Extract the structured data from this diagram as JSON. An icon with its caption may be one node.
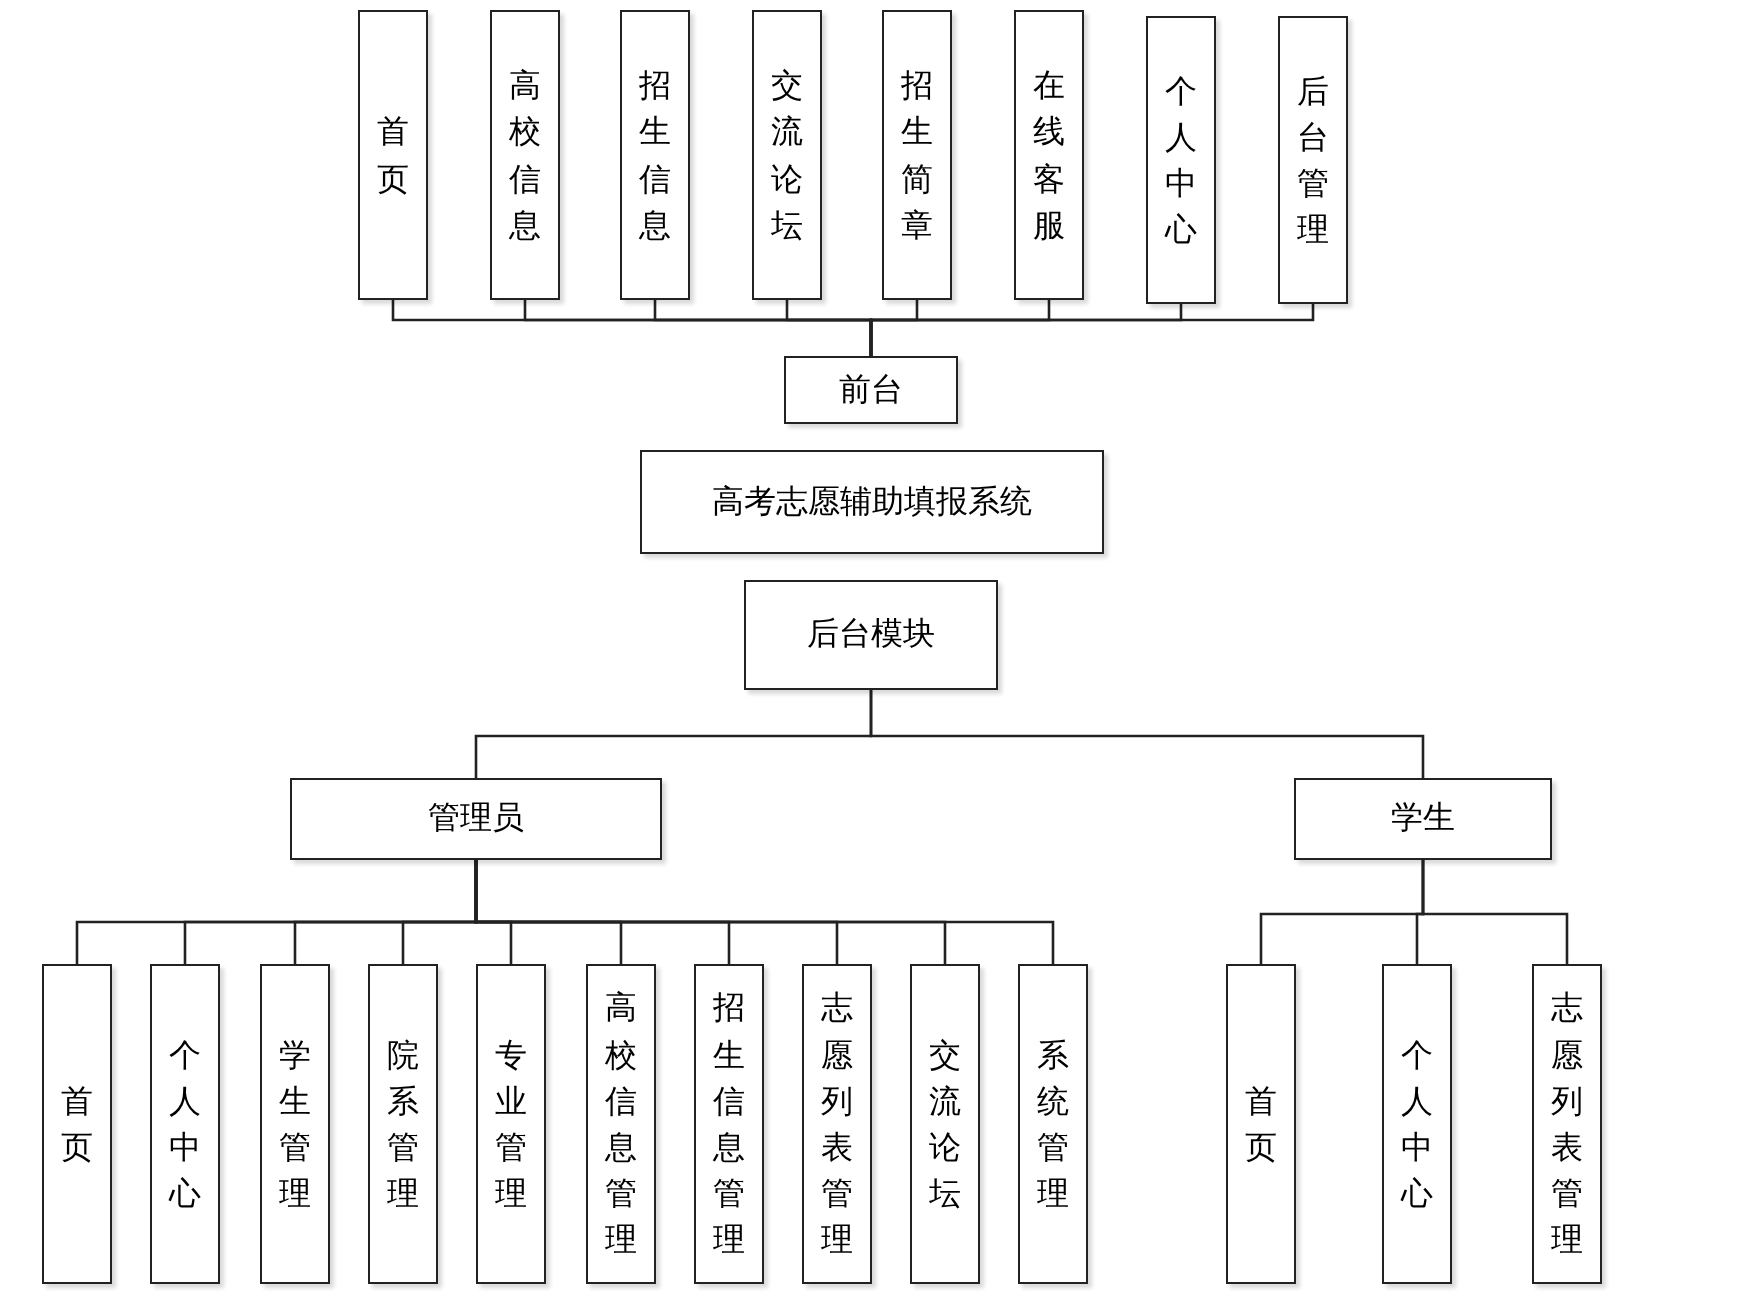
{
  "diagram": {
    "nodes": [
      {
        "text": [
          "首页"
        ]
      },
      {
        "text": [
          "高校信息"
        ]
      },
      {
        "text": [
          "招生信息"
        ]
      },
      {
        "text": [
          "交流论坛"
        ]
      },
      {
        "text": [
          "招生简章"
        ]
      },
      {
        "text": [
          "在线客服"
        ]
      },
      {
        "text": [
          "个人中心"
        ]
      },
      {
        "text": [
          "后台管理"
        ]
      },
      {
        "text": [
          "前台"
        ]
      },
      {
        "text": [
          "高考志愿辅助填报系统"
        ]
      },
      {
        "text": [
          "后台模块"
        ]
      },
      {
        "text": [
          "管理员"
        ]
      },
      {
        "text": [
          "学生"
        ]
      },
      {
        "text": [
          "首页"
        ]
      },
      {
        "text": [
          "个人中心"
        ]
      },
      {
        "text": [
          "学生管理"
        ]
      },
      {
        "text": [
          "院系管理"
        ]
      },
      {
        "text": [
          "专业管理"
        ]
      },
      {
        "text": [
          "高校信息管理"
        ]
      },
      {
        "text": [
          "招生信息管理"
        ]
      },
      {
        "text": [
          "志愿列表管理"
        ]
      },
      {
        "text": [
          "交流论坛"
        ]
      },
      {
        "text": [
          "系统管理"
        ]
      },
      {
        "text": [
          "首页"
        ]
      },
      {
        "text": [
          "个人中心"
        ]
      },
      {
        "text": [
          "志愿列表管理"
        ]
      }
    ],
    "edges": [
      {
        "from": 8,
        "to": 0,
        "arrow": "none"
      },
      {
        "from": 8,
        "to": 1,
        "arrow": "none"
      },
      {
        "from": 8,
        "to": 2,
        "arrow": "none"
      },
      {
        "from": 8,
        "to": 3,
        "arrow": "none"
      },
      {
        "from": 8,
        "to": 4,
        "arrow": "none"
      },
      {
        "from": 8,
        "to": 5,
        "arrow": "none"
      },
      {
        "from": 8,
        "to": 6,
        "arrow": "none"
      },
      {
        "from": 8,
        "to": 7,
        "arrow": "none"
      },
      {
        "from": 10,
        "to": 11,
        "arrow": "none"
      },
      {
        "from": 10,
        "to": 12,
        "arrow": "none"
      },
      {
        "from": 11,
        "to": 13,
        "arrow": "none"
      },
      {
        "from": 11,
        "to": 14,
        "arrow": "none"
      },
      {
        "from": 11,
        "to": 15,
        "arrow": "none"
      },
      {
        "from": 11,
        "to": 16,
        "arrow": "none"
      },
      {
        "from": 11,
        "to": 17,
        "arrow": "none"
      },
      {
        "from": 11,
        "to": 18,
        "arrow": "none"
      },
      {
        "from": 11,
        "to": 19,
        "arrow": "none"
      },
      {
        "from": 11,
        "to": 20,
        "arrow": "none"
      },
      {
        "from": 11,
        "to": 21,
        "arrow": "none"
      },
      {
        "from": 11,
        "to": 22,
        "arrow": "none"
      },
      {
        "from": 12,
        "to": 23,
        "arrow": "none"
      },
      {
        "from": 12,
        "to": 24,
        "arrow": "none"
      },
      {
        "from": 12,
        "to": 25,
        "arrow": "none"
      }
    ]
  }
}
